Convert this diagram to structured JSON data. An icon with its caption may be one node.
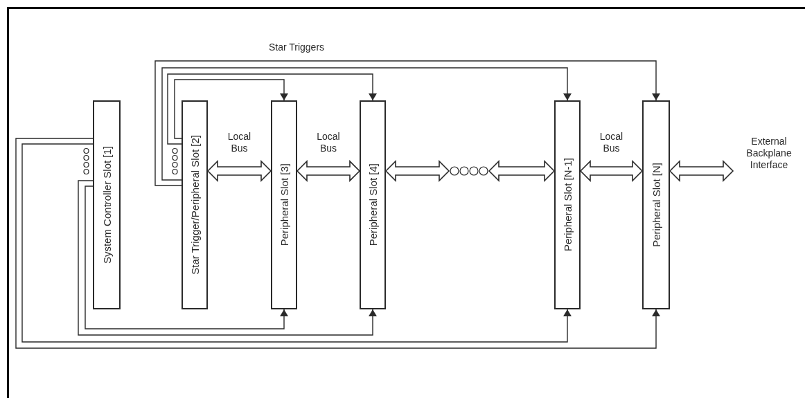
{
  "diagram": {
    "nodes": [
      {
        "text": [
          "System Controller Slot [1]"
        ]
      },
      {
        "text": [
          "Star Trigger/Peripheral Slot [2]"
        ]
      },
      {
        "text": [
          "Peripheral Slot [3]"
        ]
      },
      {
        "text": [
          "Peripheral Slot [4]"
        ]
      },
      {
        "text": [],
        "shape": "circle"
      },
      {
        "text": [
          "Peripheral Slot [N-1]"
        ]
      },
      {
        "text": [
          "Peripheral Slot [N]"
        ]
      },
      {
        "text": [
          "External Backplane Interface"
        ]
      }
    ],
    "edges": [
      {
        "from": 1,
        "to": 2,
        "arrow": "both",
        "style": "thick",
        "label": "Local Bus"
      },
      {
        "from": 2,
        "to": 3,
        "arrow": "both",
        "style": "thick",
        "label": "Local Bus"
      },
      {
        "from": 3,
        "to": 4,
        "arrow": "both",
        "style": "thick"
      },
      {
        "from": 4,
        "to": 5,
        "arrow": "both",
        "style": "thick"
      },
      {
        "from": 5,
        "to": 6,
        "arrow": "both",
        "style": "thick",
        "label": "Local Bus"
      },
      {
        "from": 6,
        "to": 7,
        "arrow": "both",
        "style": "thick"
      },
      {
        "from": 1,
        "to": 2,
        "arrow": "to"
      },
      {
        "from": 1,
        "to": 3,
        "arrow": "to"
      },
      {
        "from": 1,
        "to": 5,
        "arrow": "to"
      },
      {
        "from": 1,
        "to": 6,
        "arrow": "to"
      },
      {
        "from": 0,
        "to": 2,
        "arrow": "to"
      },
      {
        "from": 0,
        "to": 3,
        "arrow": "to"
      },
      {
        "from": 0,
        "to": 5,
        "arrow": "to"
      },
      {
        "from": 0,
        "to": 6,
        "arrow": "to"
      }
    ],
    "labels": [
      "Star Triggers"
    ]
  }
}
